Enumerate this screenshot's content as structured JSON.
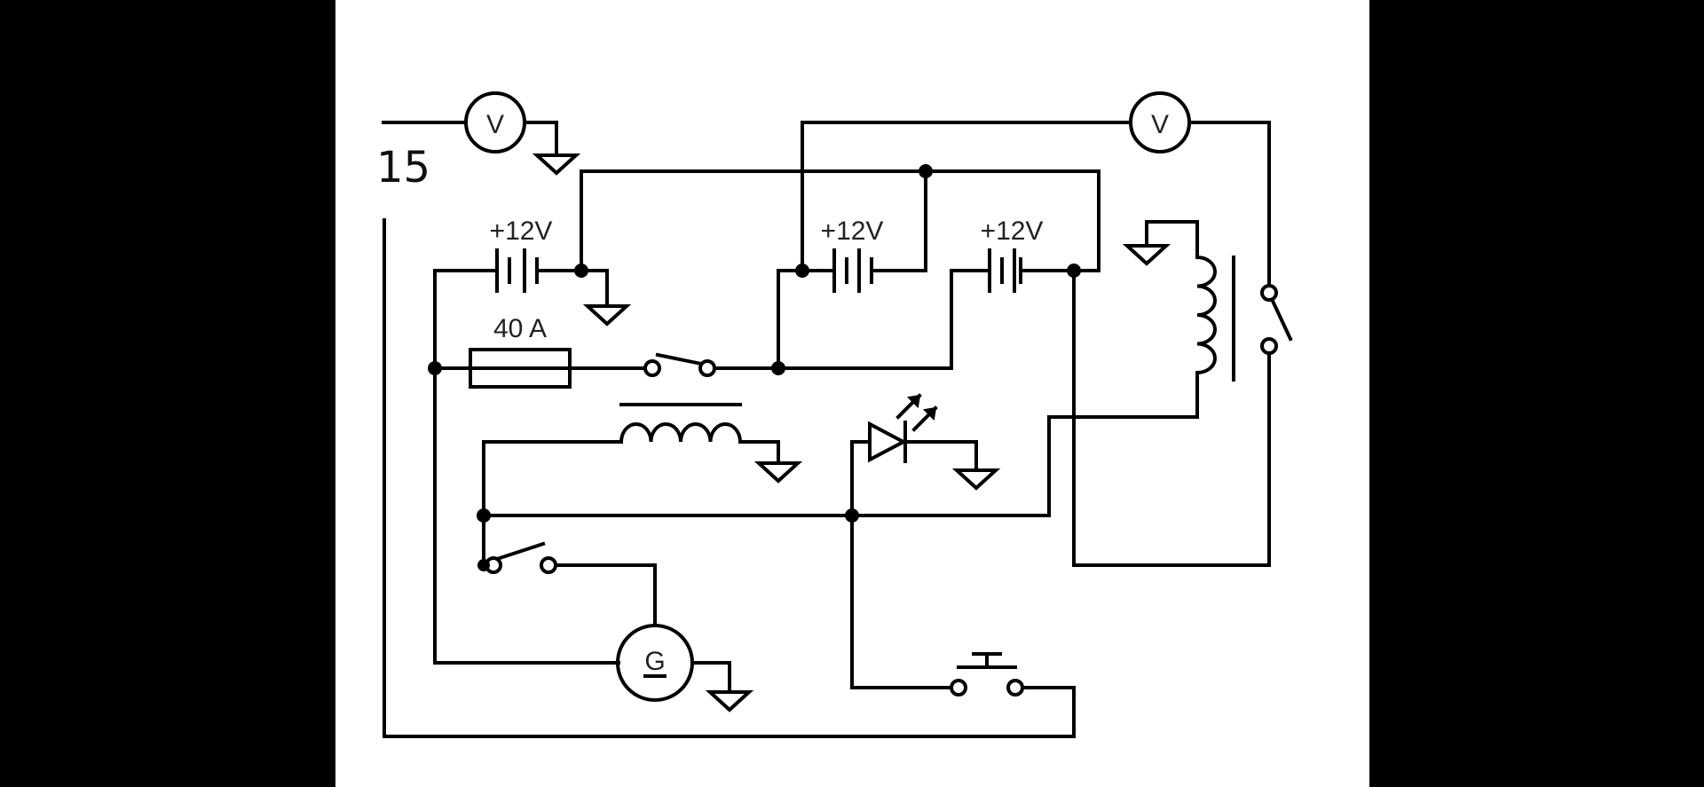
{
  "diagram": {
    "number": "15",
    "battery_labels": [
      "+12V",
      "+12V",
      "+12V"
    ],
    "fuse_label": "40 A",
    "voltmeter_symbol": "V",
    "generator_symbol": "G"
  }
}
